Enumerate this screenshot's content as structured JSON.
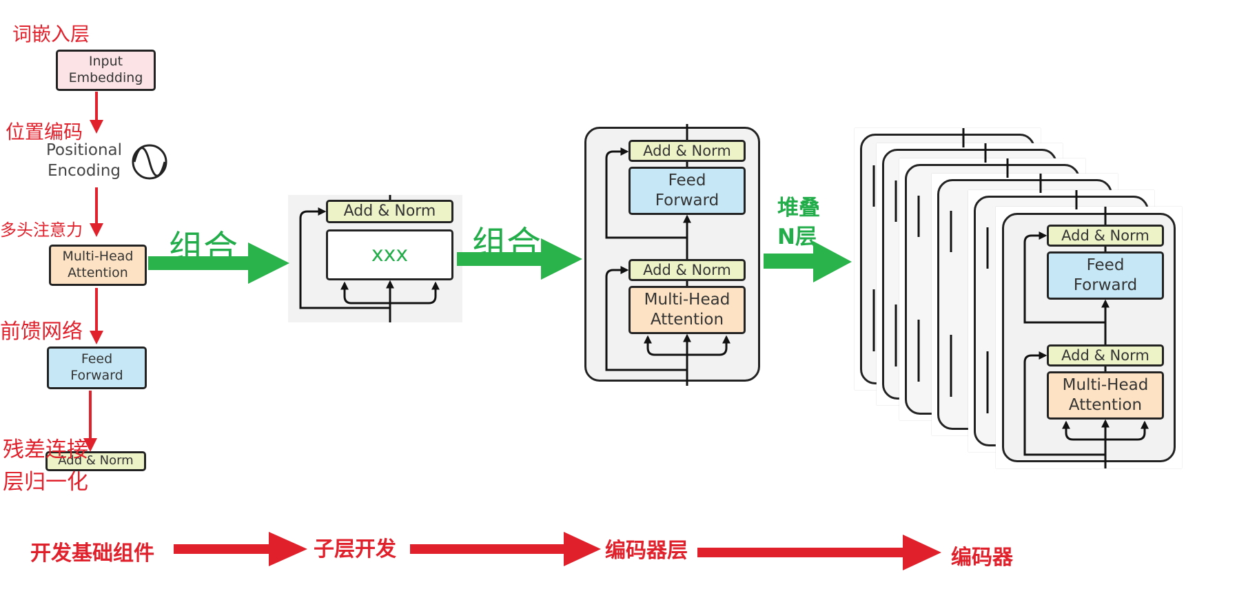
{
  "components": {
    "embedding_cn": "词嵌入层",
    "embedding_box": "Input\nEmbedding",
    "positional_cn": "位置编码",
    "positional_text": "Positional\nEncoding",
    "attention_cn": "多头注意力",
    "attention_box": "Multi-Head\nAttention",
    "feedforward_cn": "前馈网络",
    "feedforward_box": "Feed\nForward",
    "residual_cn": "残差连接",
    "layernorm_cn": "层归一化",
    "addnorm_box": "Add & Norm"
  },
  "sublayer": {
    "arrow_label": "组合",
    "addnorm": "Add & Norm",
    "placeholder": "xxx"
  },
  "encoder_layer": {
    "arrow_label": "组合",
    "addnorm_top": "Add & Norm",
    "feedforward": "Feed\nForward",
    "addnorm_bottom": "Add & Norm",
    "attention": "Multi-Head\nAttention"
  },
  "stack": {
    "arrow_label": "堆叠\nN层",
    "addnorm_top": "Add & Norm",
    "feedforward": "Feed\nForward",
    "addnorm_bottom": "Add & Norm",
    "attention": "Multi-Head\nAttention"
  },
  "pipeline": {
    "steps": [
      "开发基础组件",
      "子层开发",
      "编码器层",
      "编码器"
    ]
  },
  "colors": {
    "red": "#e0212c",
    "green": "#23ad4a",
    "pink": "#fbe3e6",
    "orange": "#fde3c3",
    "blue": "#c6e8f6",
    "yellow": "#eef3c7"
  }
}
